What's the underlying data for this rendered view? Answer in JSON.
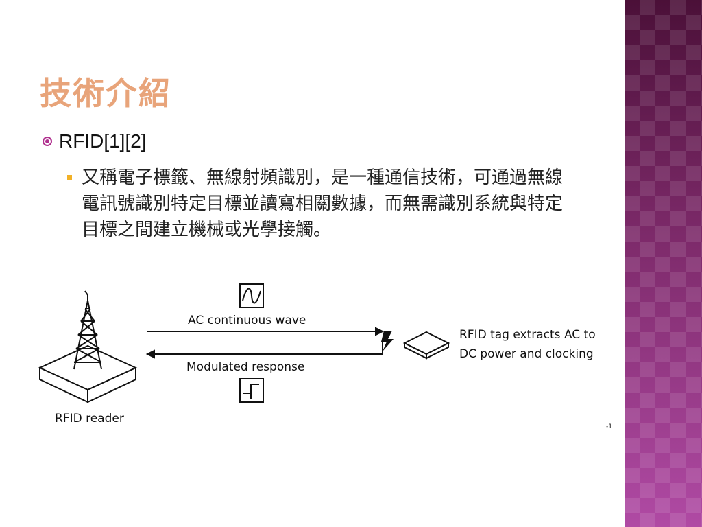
{
  "slide": {
    "title": "技術介紹",
    "bullet_level1": "RFID[1][2]",
    "bullet_level2": "又稱電子標籤、無線射頻識別，是一種通信技術，可通過無線電訊號識別特定目標並讀寫相關數據，而無需識別系統與特定目標之間建立機械或光學接觸。"
  },
  "diagram": {
    "top_arrow_label": "AC continuous wave",
    "bottom_arrow_label": "Modulated response",
    "tag_label_line1": "RFID tag extracts AC to",
    "tag_label_line2": "DC power and clocking",
    "reader_label": "RFID reader",
    "footnote": "-1"
  },
  "icons": [
    "radio-bullet-icon",
    "square-bullet-icon",
    "sine-wave-icon",
    "step-wave-icon",
    "lightning-icon",
    "antenna-tower-icon",
    "rfid-tag-icon"
  ],
  "colors": {
    "title": "#e8a47a",
    "bullet_radio": "#b0308f",
    "bullet_square": "#f2b127",
    "side_panel": "#7a2a66"
  }
}
